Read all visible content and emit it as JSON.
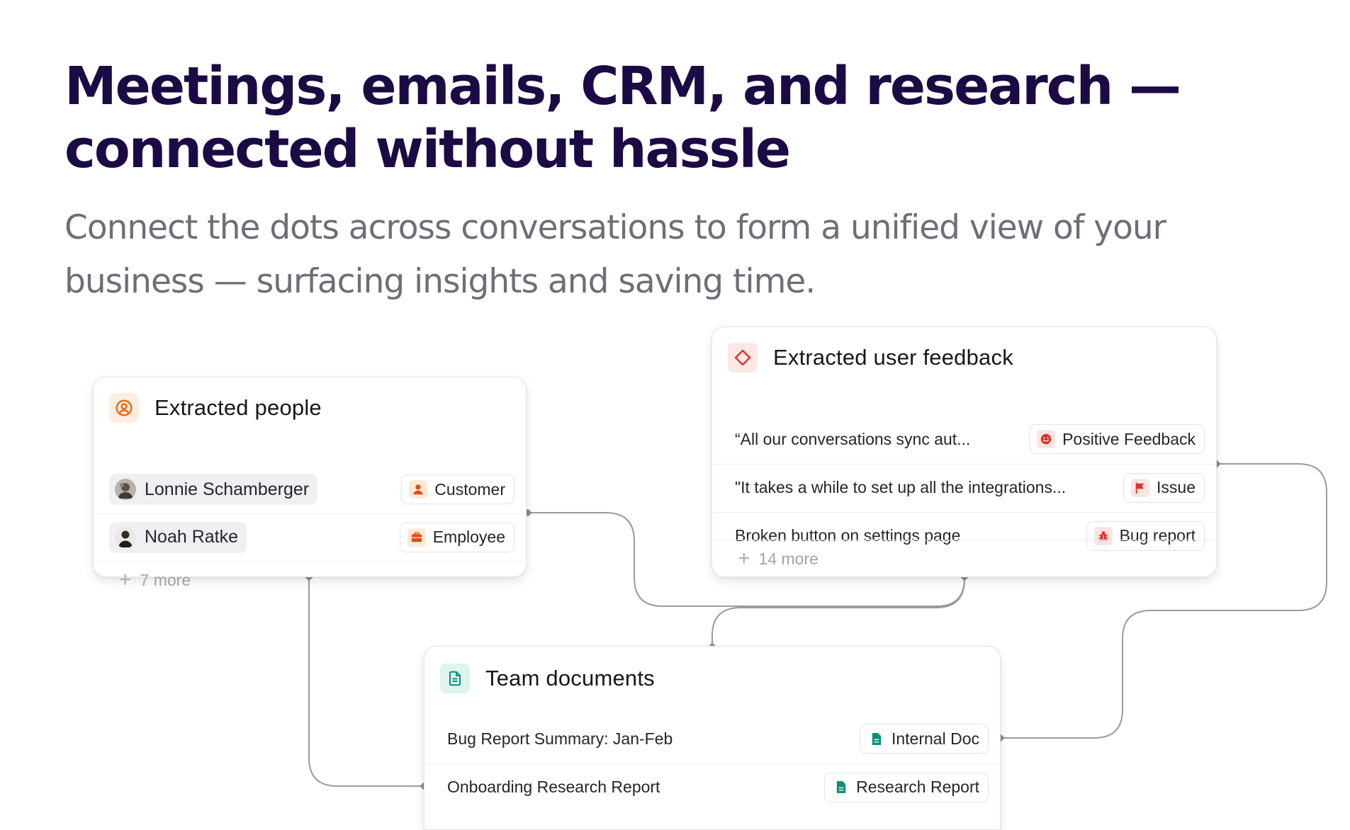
{
  "hero": {
    "title_line1": "Meetings, emails, CRM, and research —",
    "title_line2": "connected without hassle",
    "subtitle_line1": "Connect the dots across conversations to form a unified view of your",
    "subtitle_line2": "business — surfacing insights and saving time."
  },
  "people_card": {
    "title": "Extracted people",
    "icon": "user-circle-icon",
    "accent": "#ea6a0f",
    "rows": [
      {
        "name": "Lonnie Schamberger",
        "tag": "Customer",
        "tag_icon": "person-icon"
      },
      {
        "name": "Noah Ratke",
        "tag": "Employee",
        "tag_icon": "briefcase-icon"
      }
    ],
    "more": "7 more"
  },
  "feedback_card": {
    "title": "Extracted user feedback",
    "icon": "diamond-icon",
    "accent": "#e0312b",
    "rows": [
      {
        "text": "“All our conversations sync aut...",
        "tag": "Positive Feedback",
        "tag_icon": "smile-icon"
      },
      {
        "text": "\"It takes a while to set up all the integrations...",
        "tag": "Issue",
        "tag_icon": "flag-icon"
      },
      {
        "text": "Broken button on settings page",
        "tag": "Bug report",
        "tag_icon": "bug-icon"
      }
    ],
    "more": "14 more"
  },
  "documents_card": {
    "title": "Team documents",
    "icon": "document-icon",
    "accent": "#0f8f7a",
    "rows": [
      {
        "text": "Bug Report Summary: Jan-Feb",
        "tag": "Internal Doc",
        "tag_icon": "document-icon"
      },
      {
        "text": "Onboarding Research Report",
        "tag": "Research Report",
        "tag_icon": "document-icon"
      }
    ]
  }
}
